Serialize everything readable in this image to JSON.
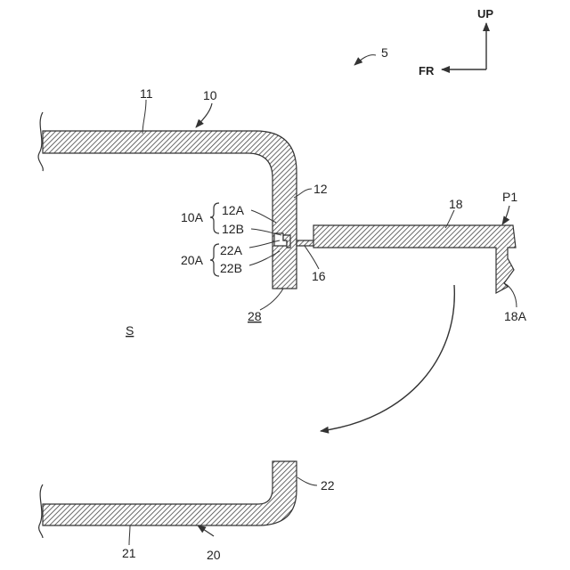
{
  "labels": {
    "figure_ref": "5",
    "dir_up": "UP",
    "dir_fr": "FR",
    "member_10": "10",
    "part_11": "11",
    "part_12": "12",
    "part_12a": "12A",
    "part_12b": "12B",
    "group_10a": "10A",
    "group_20a": "20A",
    "part_22a": "22A",
    "part_22b": "22B",
    "part_16": "16",
    "part_18": "18",
    "point_p1": "P1",
    "part_18a": "18A",
    "part_28": "28",
    "space_s": "S",
    "part_22": "22",
    "part_21": "21",
    "member_20": "20"
  },
  "colors": {
    "stroke": "#333333",
    "hatch": "#444444",
    "background": "#ffffff"
  }
}
